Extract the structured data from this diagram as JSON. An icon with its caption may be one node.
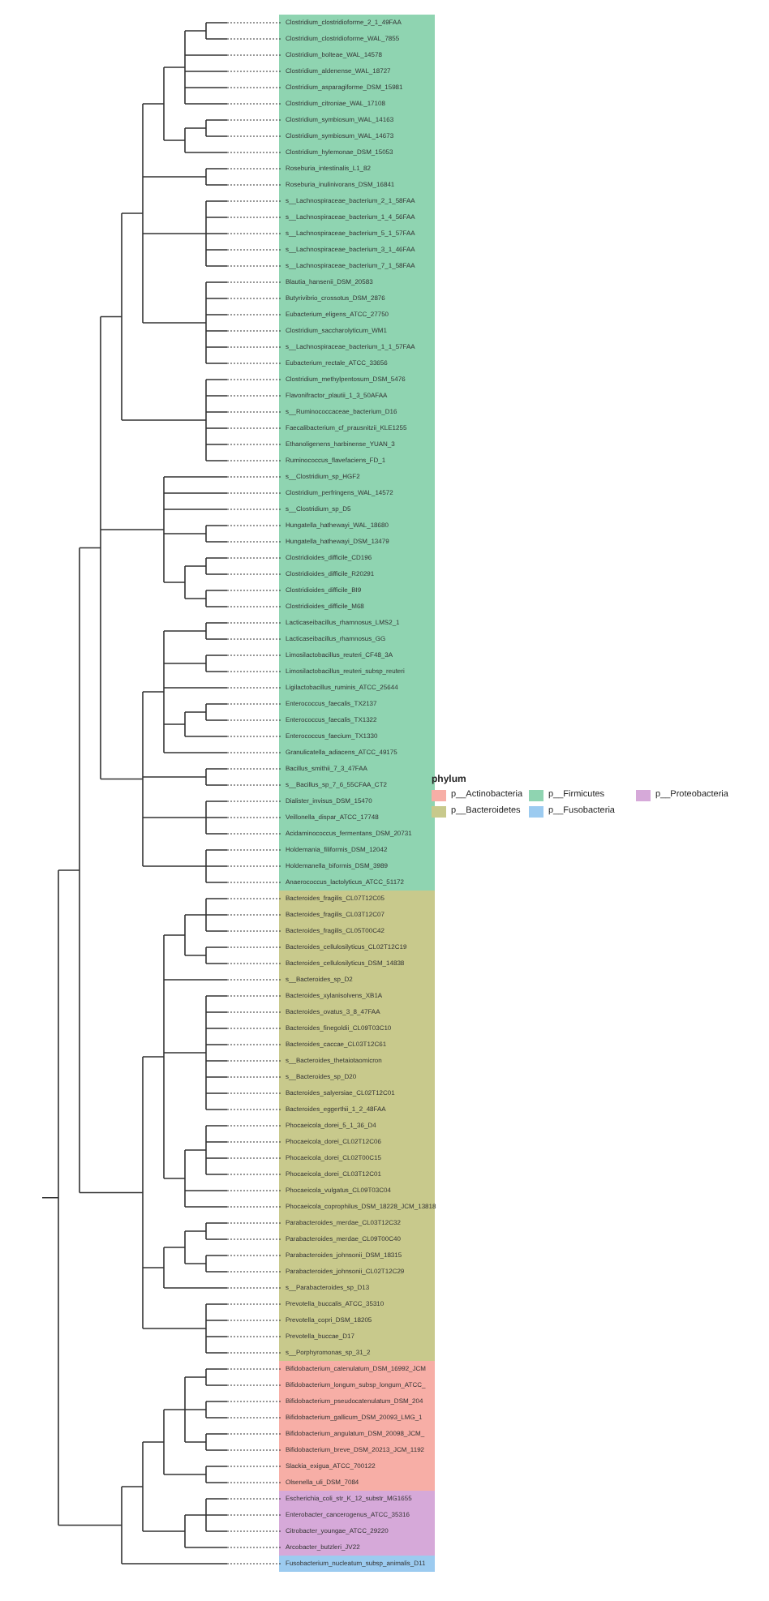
{
  "diagram": {
    "labels": [
      "Clostridium_clostridioforme_2_1_49FAA",
      "Clostridium_clostridioforme_WAL_7855",
      "Clostridium_bolteae_WAL_14578",
      "Clostridium_aldenense_WAL_18727",
      "Clostridium_asparagiforme_DSM_15981",
      "Clostridium_citroniae_WAL_17108",
      "Clostridium_symbiosum_WAL_14163",
      "Clostridium_symbiosum_WAL_14673",
      "Clostridium_hylemonae_DSM_15053",
      "Roseburia_intestinalis_L1_82",
      "Roseburia_inulinivorans_DSM_16841",
      "s__Lachnospiraceae_bacterium_2_1_58FAA",
      "s__Lachnospiraceae_bacterium_1_4_56FAA",
      "s__Lachnospiraceae_bacterium_5_1_57FAA",
      "s__Lachnospiraceae_bacterium_3_1_46FAA",
      "s__Lachnospiraceae_bacterium_7_1_58FAA",
      "Blautia_hansenii_DSM_20583",
      "Butyrivibrio_crossotus_DSM_2876",
      "Eubacterium_eligens_ATCC_27750",
      "Clostridium_saccharolyticum_WM1",
      "s__Lachnospiraceae_bacterium_1_1_57FAA",
      "Eubacterium_rectale_ATCC_33656",
      "Clostridium_methylpentosum_DSM_5476",
      "Flavonifractor_plautii_1_3_50AFAA",
      "s__Ruminococcaceae_bacterium_D16",
      "Faecalibacterium_cf_prausnitzii_KLE1255",
      "Ethanoligenens_harbinense_YUAN_3",
      "Ruminococcus_flavefaciens_FD_1",
      "s__Clostridium_sp_HGF2",
      "Clostridium_perfringens_WAL_14572",
      "s__Clostridium_sp_D5",
      "Hungatella_hathewayi_WAL_18680",
      "Hungatella_hathewayi_DSM_13479",
      "Clostridioides_difficile_CD196",
      "Clostridioides_difficile_R20291",
      "Clostridioides_difficile_BI9",
      "Clostridioides_difficile_M68",
      "Lacticaseibacillus_rhamnosus_LMS2_1",
      "Lacticaseibacillus_rhamnosus_GG",
      "Limosilactobacillus_reuteri_CF48_3A",
      "Limosilactobacillus_reuteri_subsp_reuteri",
      "Ligilactobacillus_ruminis_ATCC_25644",
      "Enterococcus_faecalis_TX2137",
      "Enterococcus_faecalis_TX1322",
      "Enterococcus_faecium_TX1330",
      "Granulicatella_adiacens_ATCC_49175",
      "Bacillus_smithii_7_3_47FAA",
      "s__Bacillus_sp_7_6_55CFAA_CT2",
      "Dialister_invisus_DSM_15470",
      "Veillonella_dispar_ATCC_17748",
      "Acidaminococcus_fermentans_DSM_20731",
      "Holdemania_filiformis_DSM_12042",
      "Holdemanella_biformis_DSM_3989",
      "Anaerococcus_lactolyticus_ATCC_51172",
      "Bacteroides_fragilis_CL07T12C05",
      "Bacteroides_fragilis_CL03T12C07",
      "Bacteroides_fragilis_CL05T00C42",
      "Bacteroides_cellulosilyticus_CL02T12C19",
      "Bacteroides_cellulosilyticus_DSM_14838",
      "s__Bacteroides_sp_D2",
      "Bacteroides_xylanisolvens_XB1A",
      "Bacteroides_ovatus_3_8_47FAA",
      "Bacteroides_finegoldii_CL09T03C10",
      "Bacteroides_caccae_CL03T12C61",
      "s__Bacteroides_thetaiotaomicron",
      "s__Bacteroides_sp_D20",
      "Bacteroides_salyersiae_CL02T12C01",
      "Bacteroides_eggerthii_1_2_48FAA",
      "Phocaeicola_dorei_5_1_36_D4",
      "Phocaeicola_dorei_CL02T12C06",
      "Phocaeicola_dorei_CL02T00C15",
      "Phocaeicola_dorei_CL03T12C01",
      "Phocaeicola_vulgatus_CL09T03C04",
      "Phocaeicola_coprophilus_DSM_18228_JCM_13818",
      "Parabacteroides_merdae_CL03T12C32",
      "Parabacteroides_merdae_CL09T00C40",
      "Parabacteroides_johnsonii_DSM_18315",
      "Parabacteroides_johnsonii_CL02T12C29",
      "s__Parabacteroides_sp_D13",
      "Prevotella_buccalis_ATCC_35310",
      "Prevotella_copri_DSM_18205",
      "Prevotella_buccae_D17",
      "s__Porphyromonas_sp_31_2",
      "Bifidobacterium_catenulatum_DSM_16992_JCM",
      "Bifidobacterium_longum_subsp_longum_ATCC_",
      "Bifidobacterium_pseudocatenulatum_DSM_204",
      "Bifidobacterium_gallicum_DSM_20093_LMG_1",
      "Bifidobacterium_angulatum_DSM_20098_JCM_",
      "Bifidobacterium_breve_DSM_20213_JCM_1192",
      "Slackia_exigua_ATCC_700122",
      "Olsenella_uli_DSM_7084",
      "Escherichia_coli_str_K_12_substr_MG1655",
      "Enterobacter_cancerogenus_ATCC_35316",
      "Citrobacter_youngae_ATCC_29220",
      "Arcobacter_butzleri_JV22",
      "Fusobacterium_nucleatum_subsp_animalis_D11",
      "phylum"
    ],
    "legend": [
      {
        "text": "p__Actinobacteria",
        "color": "#f7aea6"
      },
      {
        "text": "p__Bacteroidetes",
        "color": "#c8c98c"
      },
      {
        "text": "p__Firmicutes",
        "color": "#8fd4b1"
      },
      {
        "text": "p__Fusobacteria",
        "color": "#9ccbf0"
      },
      {
        "text": "p__Proteobacteria",
        "color": "#d6a9d9"
      }
    ]
  }
}
